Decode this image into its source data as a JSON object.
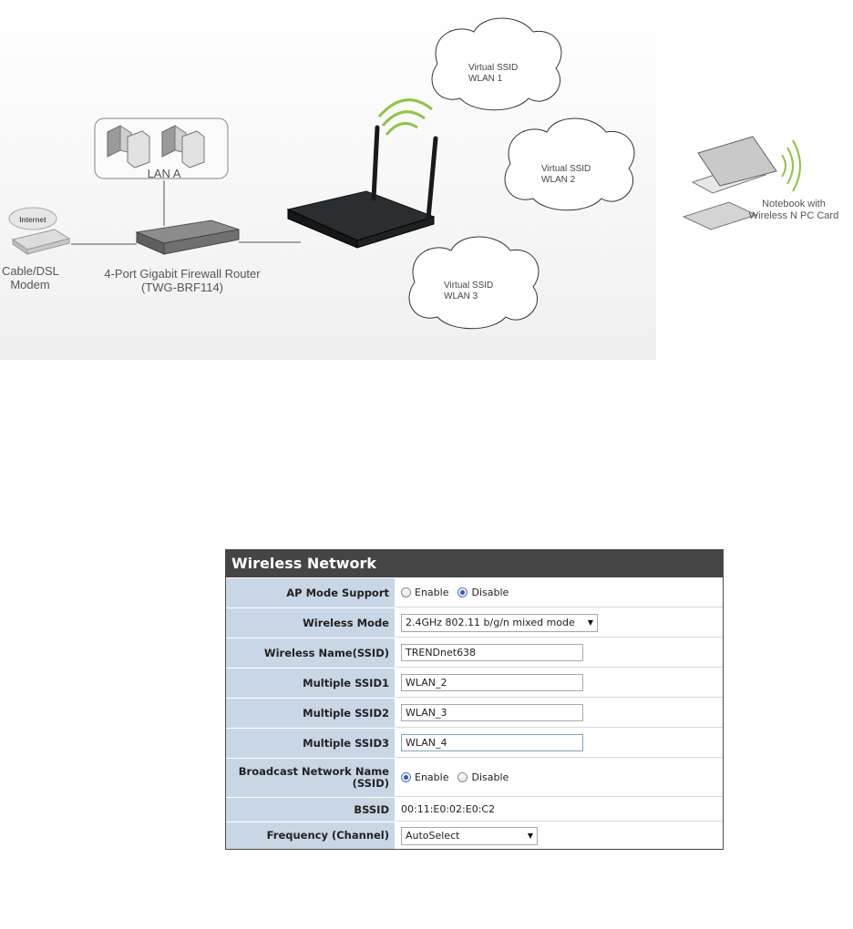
{
  "diagram": {
    "internet_label": "Internet",
    "modem_label": "Cable/DSL\nModem",
    "router_label": "4-Port Gigabit Firewall Router\n(TWG-BRF114)",
    "lan_label": "LAN A",
    "clouds": [
      {
        "line1": "Virtual SSID",
        "line2": "WLAN 1"
      },
      {
        "line1": "Virtual SSID",
        "line2": "WLAN 2"
      },
      {
        "line1": "Virtual SSID",
        "line2": "WLAN 3"
      }
    ],
    "notebook_label": "Notebook with\nWireless N PC Card"
  },
  "panel": {
    "title": "Wireless Network",
    "ap_mode": {
      "label": "AP Mode Support",
      "enable": "Enable",
      "disable": "Disable",
      "selected": "Disable"
    },
    "wireless_mode": {
      "label": "Wireless Mode",
      "value": "2.4GHz 802.11 b/g/n mixed mode"
    },
    "ssid": {
      "label": "Wireless Name(SSID)",
      "value": "TRENDnet638"
    },
    "ssid1": {
      "label": "Multiple SSID1",
      "value": "WLAN_2"
    },
    "ssid2": {
      "label": "Multiple SSID2",
      "value": "WLAN_3"
    },
    "ssid3": {
      "label": "Multiple SSID3",
      "value": "WLAN_4"
    },
    "broadcast": {
      "label": "Broadcast Network Name (SSID)",
      "enable": "Enable",
      "disable": "Disable",
      "selected": "Enable"
    },
    "bssid": {
      "label": "BSSID",
      "value": "00:11:E0:02:E0:C2"
    },
    "frequency": {
      "label": "Frequency (Channel)",
      "value": "AutoSelect"
    }
  }
}
